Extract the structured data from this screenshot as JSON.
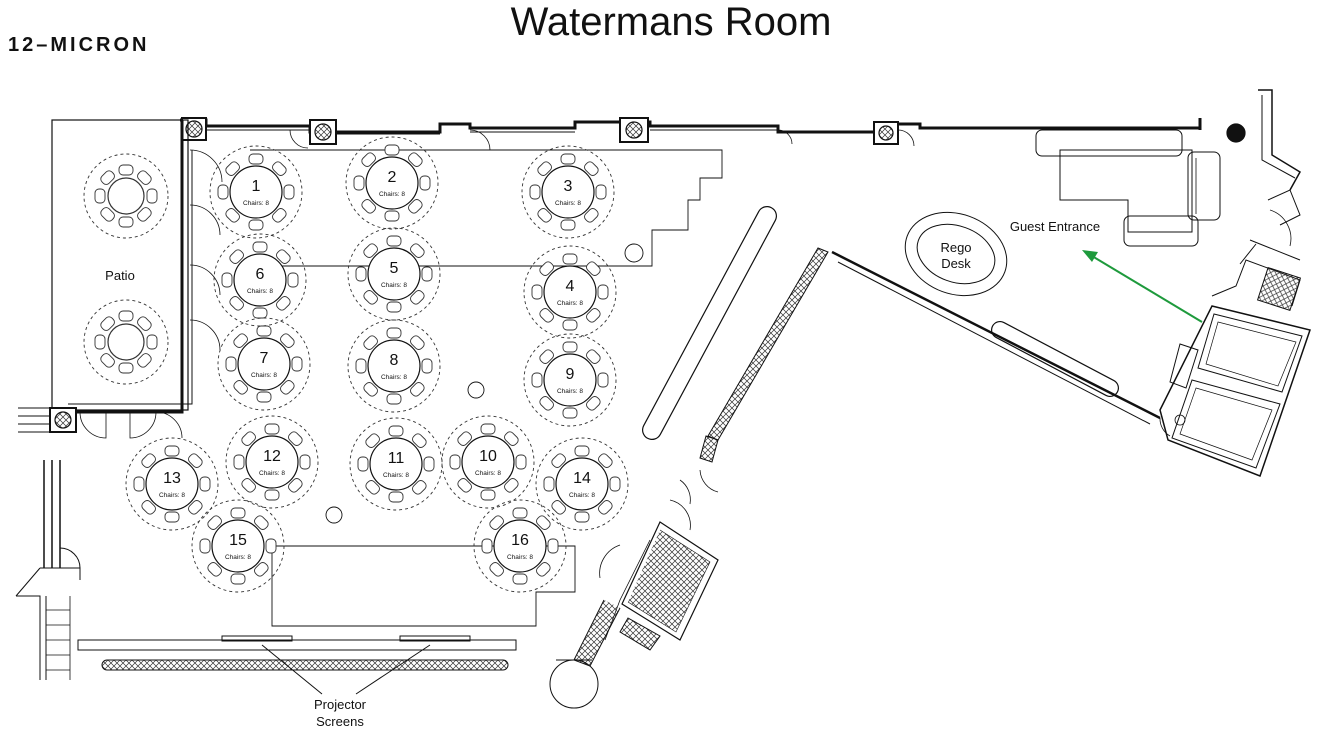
{
  "logo": "12–MICRON",
  "title": "Watermans Room",
  "labels": {
    "patio": "Patio",
    "rego_line1": "Rego",
    "rego_line2": "Desk",
    "guest_entrance": "Guest Entrance",
    "projector_line1": "Projector",
    "projector_line2": "Screens"
  },
  "tables": [
    {
      "number": "1",
      "chairs": "Chairs: 8"
    },
    {
      "number": "2",
      "chairs": "Chairs: 8"
    },
    {
      "number": "3",
      "chairs": "Chairs: 8"
    },
    {
      "number": "4",
      "chairs": "Chairs: 8"
    },
    {
      "number": "5",
      "chairs": "Chairs: 8"
    },
    {
      "number": "6",
      "chairs": "Chairs: 8"
    },
    {
      "number": "7",
      "chairs": "Chairs: 8"
    },
    {
      "number": "8",
      "chairs": "Chairs: 8"
    },
    {
      "number": "9",
      "chairs": "Chairs: 8"
    },
    {
      "number": "10",
      "chairs": "Chairs: 8"
    },
    {
      "number": "11",
      "chairs": "Chairs: 8"
    },
    {
      "number": "12",
      "chairs": "Chairs: 8"
    },
    {
      "number": "13",
      "chairs": "Chairs: 8"
    },
    {
      "number": "14",
      "chairs": "Chairs: 8"
    },
    {
      "number": "15",
      "chairs": "Chairs: 8"
    },
    {
      "number": "16",
      "chairs": "Chairs: 8"
    }
  ],
  "colors": {
    "arrow": "#1e9a3c",
    "line": "#111111"
  }
}
